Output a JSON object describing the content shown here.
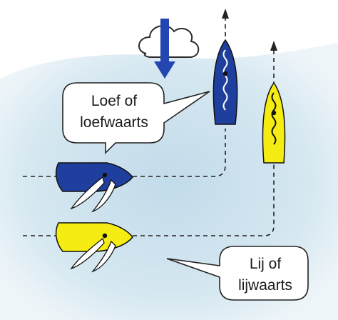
{
  "callouts": {
    "windward": {
      "line1": "Loef of",
      "line2": "loefwaarts"
    },
    "leeward": {
      "line1": "Lij of",
      "line2": "lijwaarts"
    }
  },
  "colors": {
    "water": "#cfe4ef",
    "boat_windward": "#1f3f9e",
    "boat_leeward": "#f4ec12",
    "sail": "#ffffff",
    "track": "#222222",
    "wind_arrow": "#2446b0"
  },
  "icons": {
    "wind": "cloud-with-down-arrow-icon",
    "wake": "dashed-track-arrow"
  }
}
